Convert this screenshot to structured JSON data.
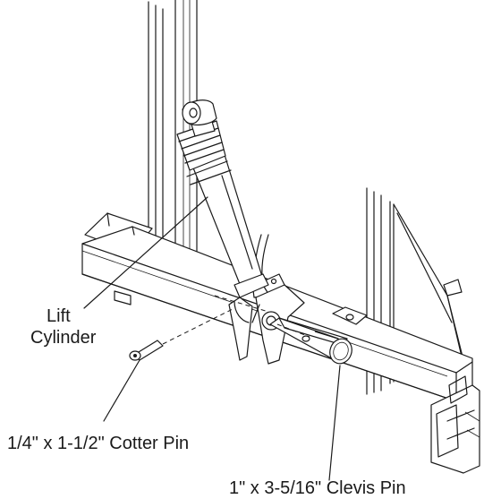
{
  "callouts": {
    "lift_cylinder_line1": "Lift",
    "lift_cylinder_line2": "Cylinder",
    "cotter_pin": "1/4\" x 1-1/2\" Cotter Pin",
    "clevis_pin": "1\" x 3-5/16\" Clevis Pin"
  }
}
